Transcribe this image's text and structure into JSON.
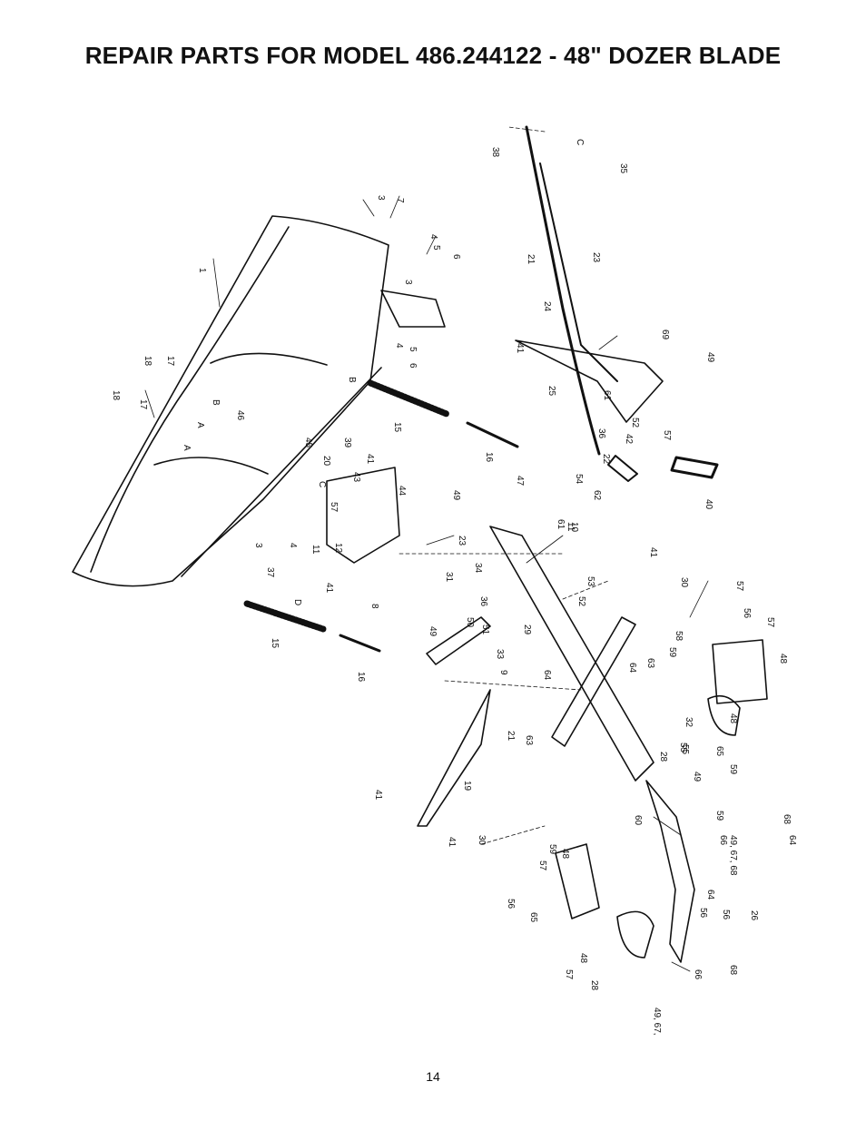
{
  "header": {
    "title": "REPAIR PARTS FOR MODEL 486.244122 - 48\" DOZER BLADE"
  },
  "footer": {
    "page_number": "14"
  },
  "diagram": {
    "callouts": [
      "1",
      "3",
      "7",
      "4",
      "5",
      "6",
      "3",
      "4",
      "5",
      "6",
      "18",
      "17",
      "18",
      "17",
      "B",
      "B",
      "A",
      "A",
      "46",
      "45",
      "15",
      "15",
      "16",
      "16",
      "20",
      "C",
      "39",
      "41",
      "43",
      "44",
      "49",
      "57",
      "11",
      "12",
      "4",
      "3",
      "37",
      "D",
      "41",
      "8",
      "47",
      "11",
      "10",
      "23",
      "61",
      "34",
      "31",
      "36",
      "50",
      "49",
      "33",
      "51",
      "29",
      "53",
      "52",
      "41",
      "30",
      "9",
      "64",
      "21",
      "63",
      "19",
      "41",
      "30",
      "41",
      "55",
      "59",
      "48",
      "57",
      "56",
      "65",
      "48",
      "57",
      "28",
      "49, 67, 68",
      "66",
      "68",
      "60",
      "49",
      "49, 67, 68",
      "26",
      "56",
      "56",
      "64",
      "66",
      "68",
      "64",
      "59",
      "38",
      "35",
      "C",
      "21",
      "23",
      "24",
      "41",
      "25",
      "69",
      "49",
      "61",
      "36",
      "52",
      "57",
      "42",
      "22",
      "54",
      "62",
      "40",
      "64",
      "63",
      "58",
      "59",
      "32",
      "55",
      "28",
      "59",
      "65",
      "48",
      "57",
      "56",
      "57",
      "48"
    ]
  }
}
